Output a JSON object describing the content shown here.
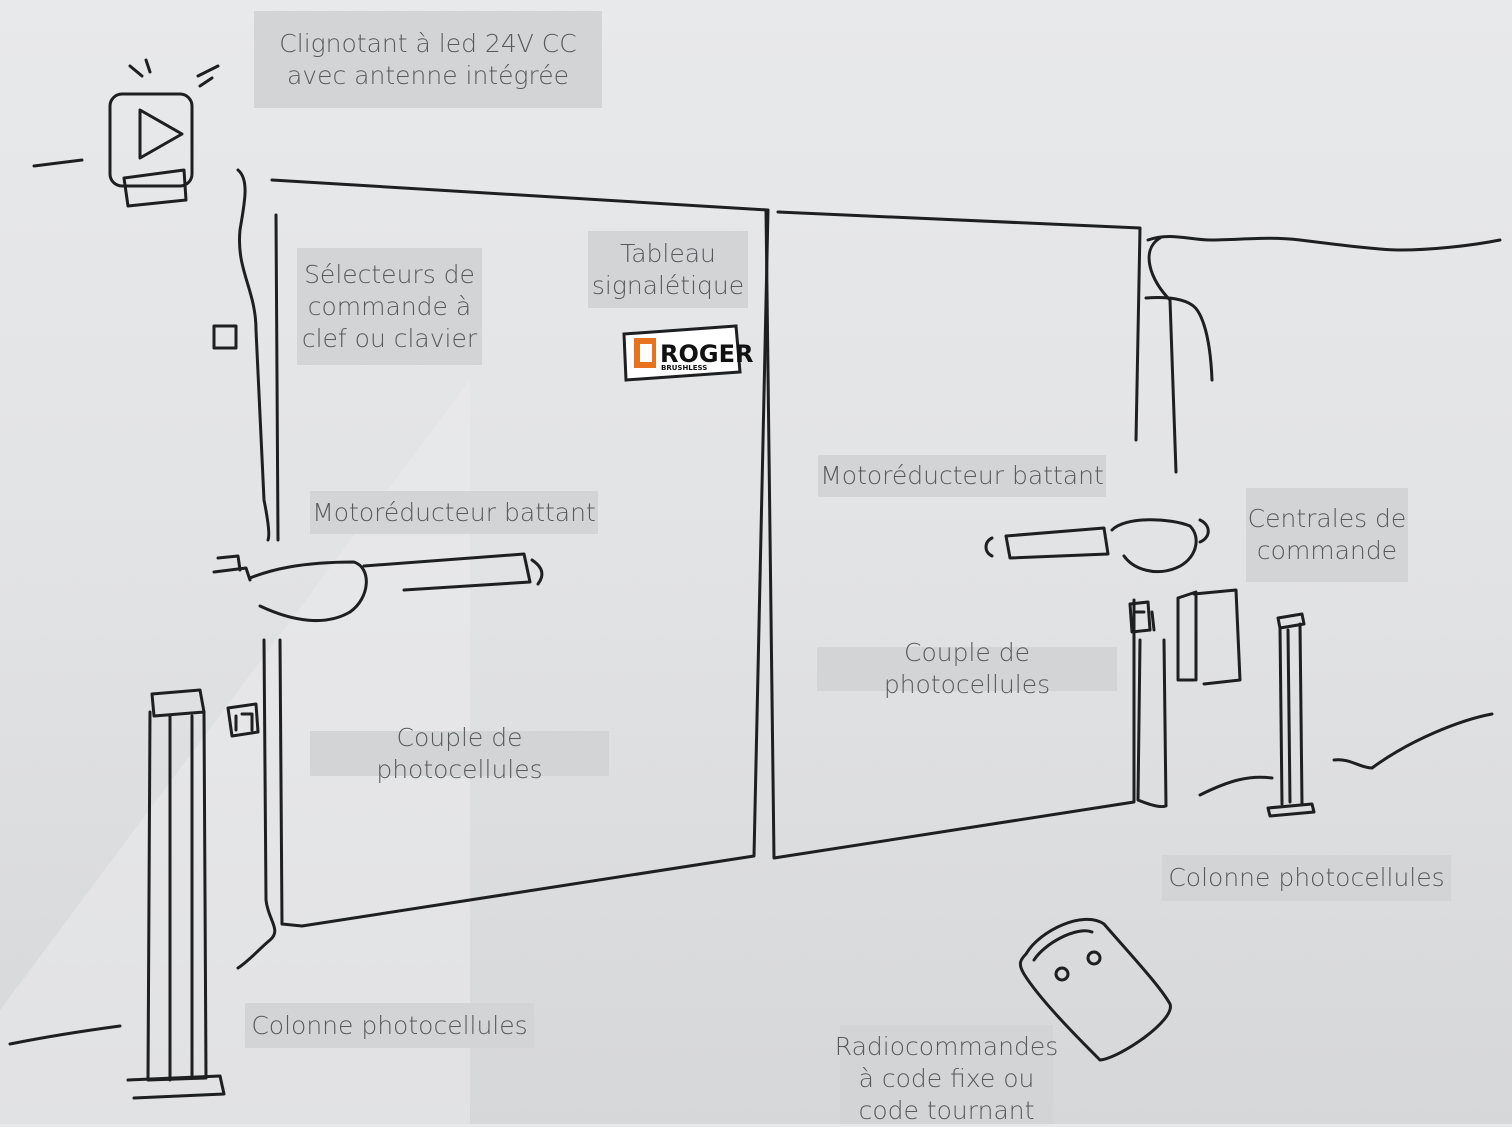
{
  "labels": {
    "flasher": [
      "Clignotant à led 24V CC",
      "avec antenne intégrée"
    ],
    "selectors": [
      "Sélecteurs de",
      "commande à",
      "clef ou clavier"
    ],
    "signboard": [
      "Tableau",
      "signalétique"
    ],
    "motor_left": "Motoréducteur battant",
    "motor_right": "Motoréducteur battant",
    "control_units": [
      "Centrales de",
      "commande"
    ],
    "photocells_left": "Couple de photocellules",
    "photocells_right": "Couple de photocellules",
    "column_right": "Colonne photocellules",
    "column_left": "Colonne photocellules",
    "remote": [
      "Radiocommandes",
      "à code fixe ou",
      "code tournant"
    ]
  },
  "logo": {
    "brand": "ROGER",
    "subline": "BRUSHLESS",
    "accent_color": "#e8731e"
  },
  "colors": {
    "line": "#1e1f21",
    "label_bg": "#d3d4d6",
    "label_text": "#555a5e"
  }
}
